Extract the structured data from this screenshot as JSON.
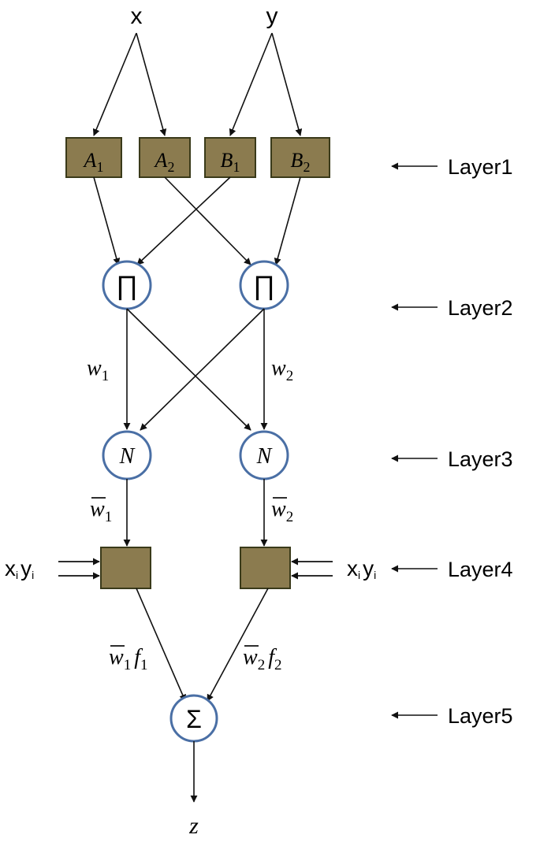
{
  "inputs": {
    "x": "x",
    "y": "y"
  },
  "layer1": {
    "nodes": [
      {
        "base": "A",
        "sub": "1"
      },
      {
        "base": "A",
        "sub": "2"
      },
      {
        "base": "B",
        "sub": "1"
      },
      {
        "base": "B",
        "sub": "2"
      }
    ]
  },
  "layer2": {
    "symbol": "∏"
  },
  "weights": {
    "w1": {
      "base": "w",
      "sub": "1"
    },
    "w2": {
      "base": "w",
      "sub": "2"
    }
  },
  "layer3": {
    "symbol": "N"
  },
  "norm_weights": {
    "w1bar": {
      "base": "w",
      "sub": "1"
    },
    "w2bar": {
      "base": "w",
      "sub": "2"
    }
  },
  "layer4": {
    "left_input": {
      "x": "x",
      "xsub": "i",
      "y": "y",
      "ysub": "i"
    },
    "right_input": {
      "x": "x",
      "xsub": "i",
      "y": "y",
      "ysub": "i"
    }
  },
  "products": {
    "left": {
      "w": "w",
      "wsub": "1",
      "f": "f",
      "fsub": "1"
    },
    "right": {
      "w": "w",
      "wsub": "2",
      "f": "f",
      "fsub": "2"
    }
  },
  "layer5": {
    "symbol": "Σ"
  },
  "output": {
    "z": "z"
  },
  "layer_labels": [
    "Layer1",
    "Layer2",
    "Layer3",
    "Layer4",
    "Layer5"
  ],
  "colors": {
    "square_fill": "#8b7b4f",
    "square_stroke": "#3a3a1a",
    "circle_stroke": "#4a6fa5",
    "line": "#111111"
  }
}
